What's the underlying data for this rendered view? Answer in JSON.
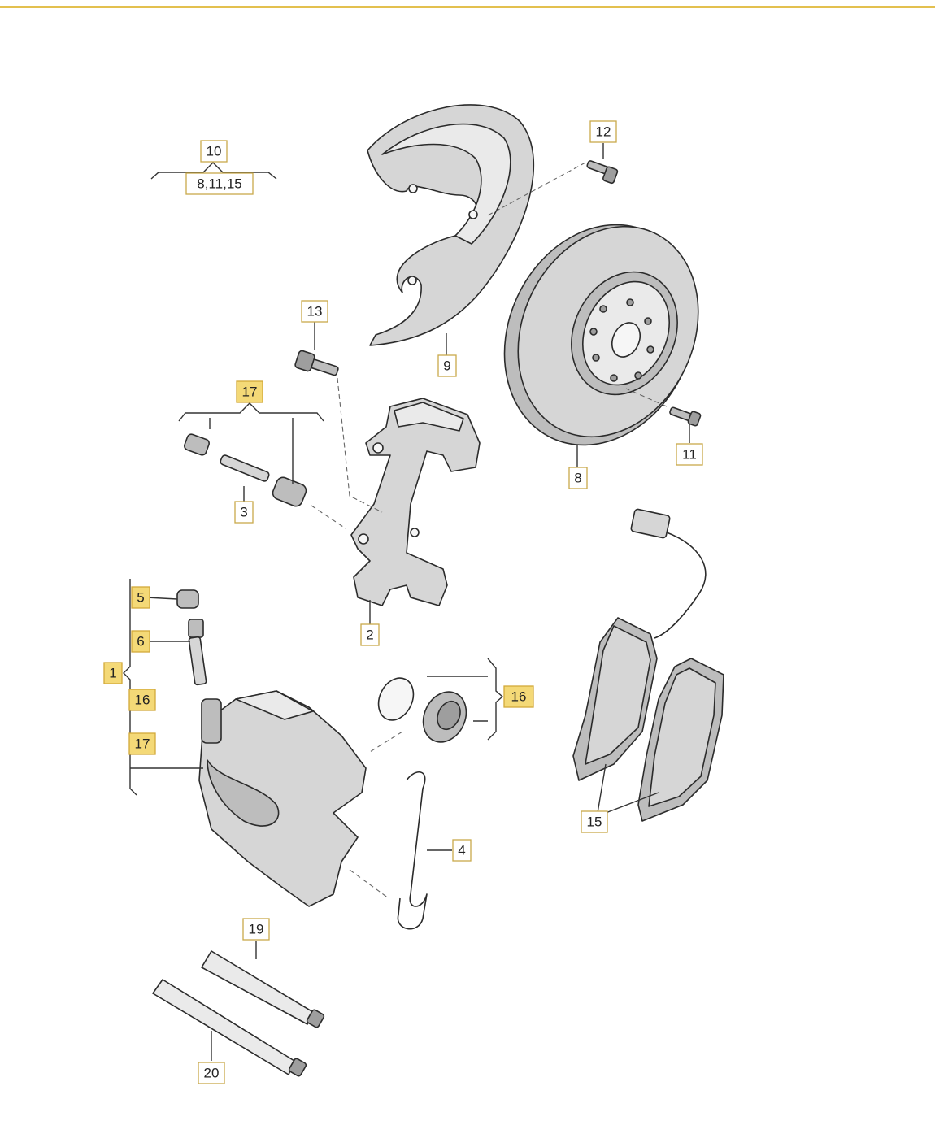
{
  "diagram": {
    "callouts": {
      "c1": "1",
      "c2": "2",
      "c3": "3",
      "c4": "4",
      "c5": "5",
      "c6": "6",
      "c8": "8",
      "c9": "9",
      "c10": "10",
      "c10_sub": "8,11,15",
      "c11": "11",
      "c12": "12",
      "c13": "13",
      "c15": "15",
      "c16_left": "16",
      "c16_right": "16",
      "c17_top": "17",
      "c17_left": "17",
      "c19": "19",
      "c20": "20"
    },
    "highlighted_callouts": [
      "1",
      "5",
      "6",
      "16",
      "17"
    ],
    "colors": {
      "highlight": "#f4d977",
      "top_rule": "#e3c04f"
    }
  }
}
